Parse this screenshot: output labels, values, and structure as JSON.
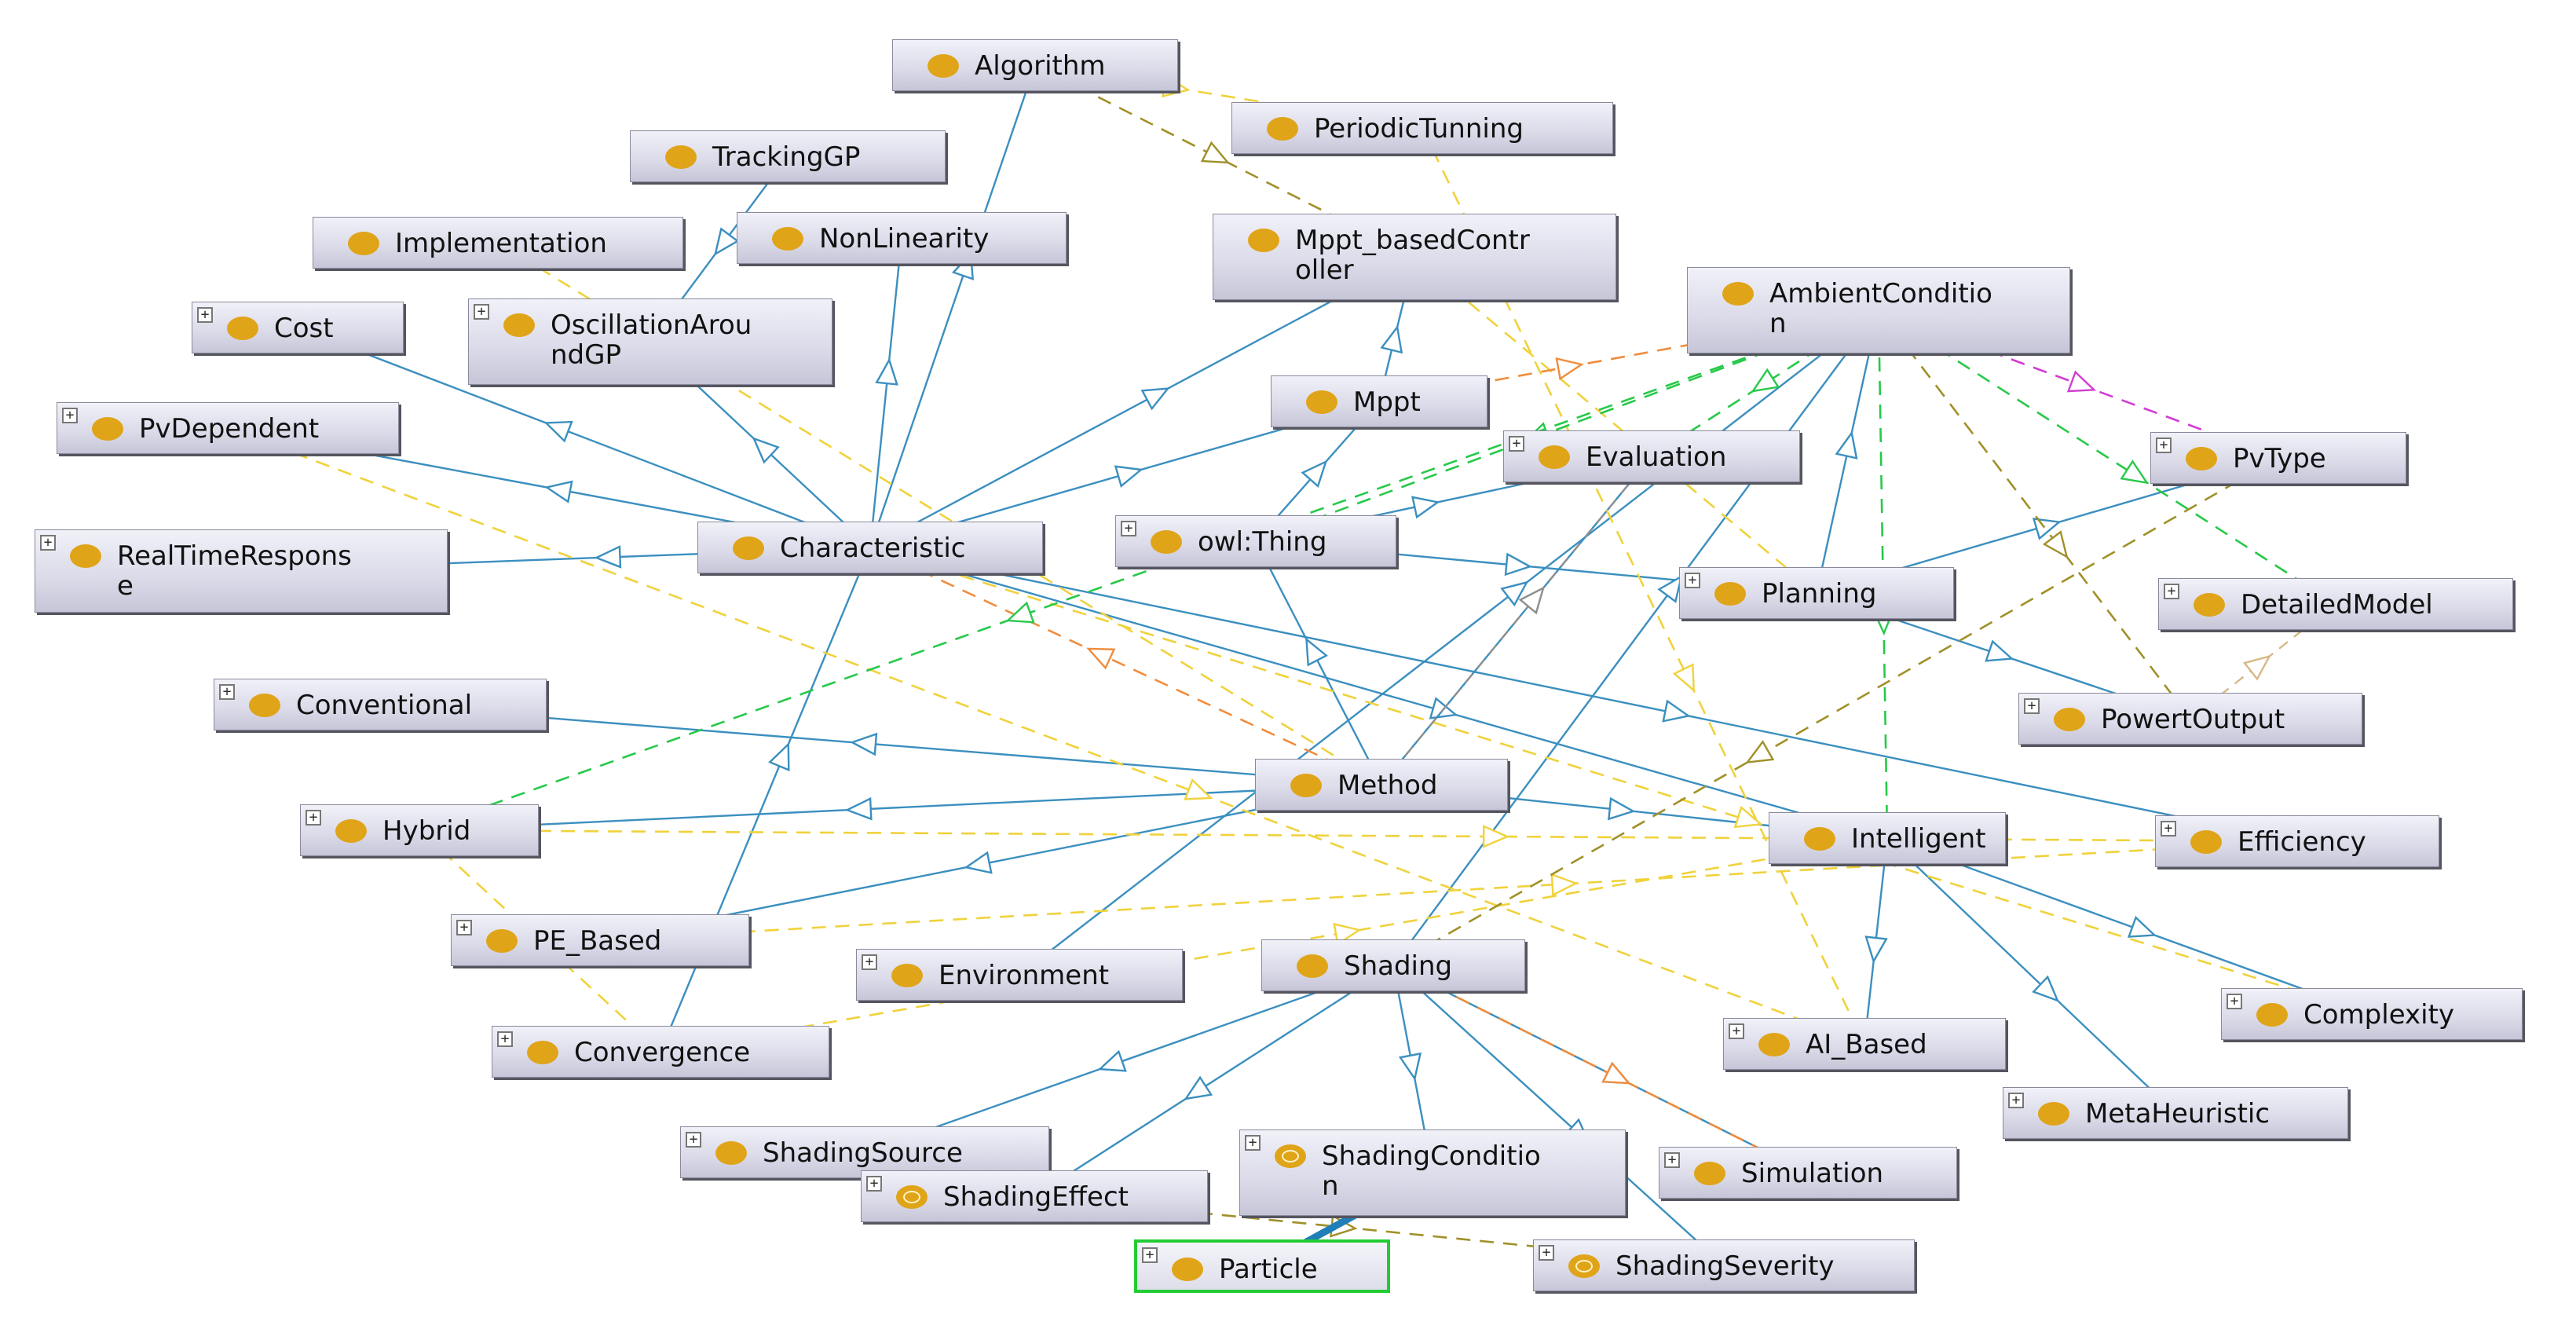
{
  "colors": {
    "subclass_edge": "#3b8fbf",
    "yellow_edge": "#f0d23c",
    "green_edge": "#27c94a",
    "olive_edge": "#a09028",
    "orange_edge": "#f08c3c",
    "magenta_edge": "#d23cd2",
    "gray_edge": "#909090",
    "tan_edge": "#d8b888",
    "node_dot": "#e0a419",
    "selected_border": "#22cc33"
  },
  "nodes": [
    {
      "id": "algorithm",
      "label": "Algorithm",
      "expandable": false,
      "icon": "class-dot-icon"
    },
    {
      "id": "periodic",
      "label": "PeriodicTunning",
      "expandable": false,
      "icon": "class-dot-icon"
    },
    {
      "id": "trackinggp",
      "label": "TrackingGP",
      "expandable": false,
      "icon": "class-dot-icon"
    },
    {
      "id": "implementation",
      "label": "Implementation",
      "expandable": false,
      "icon": "class-dot-icon"
    },
    {
      "id": "nonlinearity",
      "label": "NonLinearity",
      "expandable": false,
      "icon": "class-dot-icon"
    },
    {
      "id": "mpptcontroller",
      "label": "Mppt_basedContr\noller",
      "expandable": false,
      "icon": "class-dot-icon"
    },
    {
      "id": "cost",
      "label": "Cost",
      "expandable": true,
      "icon": "class-dot-icon"
    },
    {
      "id": "oscillation",
      "label": "OscillationArou\nndGP",
      "expandable": true,
      "icon": "class-dot-icon"
    },
    {
      "id": "ambient",
      "label": "AmbientConditio\nn",
      "expandable": false,
      "icon": "class-dot-icon"
    },
    {
      "id": "mppt",
      "label": "Mppt",
      "expandable": false,
      "icon": "class-dot-icon"
    },
    {
      "id": "pvdependent",
      "label": "PvDependent",
      "expandable": true,
      "icon": "class-dot-icon"
    },
    {
      "id": "evaluation",
      "label": "Evaluation",
      "expandable": true,
      "icon": "class-dot-icon"
    },
    {
      "id": "pvtype",
      "label": "PvType",
      "expandable": true,
      "icon": "class-dot-icon"
    },
    {
      "id": "realtime",
      "label": "RealTimeRespons\ne",
      "expandable": true,
      "icon": "class-dot-icon"
    },
    {
      "id": "characteristic",
      "label": "Characteristic",
      "expandable": false,
      "icon": "class-dot-icon"
    },
    {
      "id": "owlthing",
      "label": "owl:Thing",
      "expandable": true,
      "icon": "class-dot-icon"
    },
    {
      "id": "planning",
      "label": "Planning",
      "expandable": true,
      "icon": "class-dot-icon"
    },
    {
      "id": "detailed",
      "label": "DetailedModel",
      "expandable": true,
      "icon": "class-dot-icon"
    },
    {
      "id": "conventional",
      "label": "Conventional",
      "expandable": true,
      "icon": "class-dot-icon"
    },
    {
      "id": "powerout",
      "label": "PowertOutput",
      "expandable": true,
      "icon": "class-dot-icon"
    },
    {
      "id": "method",
      "label": "Method",
      "expandable": false,
      "icon": "class-dot-icon"
    },
    {
      "id": "hybrid",
      "label": "Hybrid",
      "expandable": true,
      "icon": "class-dot-icon"
    },
    {
      "id": "intelligent",
      "label": "Intelligent",
      "expandable": false,
      "icon": "class-dot-icon"
    },
    {
      "id": "efficiency",
      "label": "Efficiency",
      "expandable": true,
      "icon": "class-dot-icon"
    },
    {
      "id": "pebased",
      "label": "PE_Based",
      "expandable": true,
      "icon": "class-dot-icon"
    },
    {
      "id": "environment",
      "label": "Environment",
      "expandable": true,
      "icon": "class-dot-icon"
    },
    {
      "id": "shading",
      "label": "Shading",
      "expandable": false,
      "icon": "class-dot-icon"
    },
    {
      "id": "complexity",
      "label": "Complexity",
      "expandable": true,
      "icon": "class-dot-icon"
    },
    {
      "id": "convergence",
      "label": "Convergence",
      "expandable": true,
      "icon": "class-dot-icon"
    },
    {
      "id": "aibased",
      "label": "AI_Based",
      "expandable": true,
      "icon": "class-dot-icon"
    },
    {
      "id": "metaheuristic",
      "label": "MetaHeuristic",
      "expandable": true,
      "icon": "class-dot-icon"
    },
    {
      "id": "shadingsource",
      "label": "ShadingSource",
      "expandable": true,
      "icon": "class-dot-icon"
    },
    {
      "id": "shadingcondition",
      "label": "ShadingConditio\nn",
      "expandable": true,
      "icon": "defined-class-icon"
    },
    {
      "id": "simulation",
      "label": "Simulation",
      "expandable": true,
      "icon": "class-dot-icon"
    },
    {
      "id": "shadingeffect",
      "label": "ShadingEffect",
      "expandable": true,
      "icon": "defined-class-icon"
    },
    {
      "id": "particle",
      "label": "Particle",
      "expandable": true,
      "icon": "class-dot-icon",
      "selected": true
    },
    {
      "id": "shadingseverity",
      "label": "ShadingSeverity",
      "expandable": true,
      "icon": "defined-class-icon"
    }
  ],
  "edges": [
    {
      "from": "characteristic",
      "to": "algorithm",
      "kind": "subclass"
    },
    {
      "from": "characteristic",
      "to": "nonlinearity",
      "kind": "subclass"
    },
    {
      "from": "characteristic",
      "to": "mpptcontroller",
      "kind": "subclass"
    },
    {
      "from": "characteristic",
      "to": "cost",
      "kind": "subclass"
    },
    {
      "from": "characteristic",
      "to": "oscillation",
      "kind": "subclass"
    },
    {
      "from": "characteristic",
      "to": "pvdependent",
      "kind": "subclass"
    },
    {
      "from": "characteristic",
      "to": "realtime",
      "kind": "subclass"
    },
    {
      "from": "characteristic",
      "to": "mppt",
      "kind": "subclass"
    },
    {
      "from": "characteristic",
      "to": "efficiency",
      "kind": "subclass"
    },
    {
      "from": "characteristic",
      "to": "intelligent",
      "kind": "subclass"
    },
    {
      "from": "convergence",
      "to": "characteristic",
      "kind": "subclass"
    },
    {
      "from": "trackinggp",
      "to": "oscillation",
      "kind": "subclass"
    },
    {
      "from": "mppt",
      "to": "mpptcontroller",
      "kind": "subclass"
    },
    {
      "from": "owlthing",
      "to": "mppt",
      "kind": "subclass"
    },
    {
      "from": "owlthing",
      "to": "evaluation",
      "kind": "subclass"
    },
    {
      "from": "owlthing",
      "to": "planning",
      "kind": "subclass"
    },
    {
      "from": "method",
      "to": "owlthing",
      "kind": "subclass"
    },
    {
      "from": "method",
      "to": "conventional",
      "kind": "subclass"
    },
    {
      "from": "method",
      "to": "hybrid",
      "kind": "subclass"
    },
    {
      "from": "method",
      "to": "pebased",
      "kind": "subclass"
    },
    {
      "from": "method",
      "to": "intelligent",
      "kind": "subclass"
    },
    {
      "from": "method",
      "to": "evaluation",
      "kind": "subclass"
    },
    {
      "from": "environment",
      "to": "ambient",
      "kind": "subclass"
    },
    {
      "from": "shading",
      "to": "ambient",
      "kind": "subclass"
    },
    {
      "from": "shading",
      "to": "shadingsource",
      "kind": "subclass"
    },
    {
      "from": "shading",
      "to": "shadingeffect",
      "kind": "subclass"
    },
    {
      "from": "shading",
      "to": "shadingcondition",
      "kind": "subclass"
    },
    {
      "from": "shading",
      "to": "simulation",
      "kind": "subclass"
    },
    {
      "from": "shading",
      "to": "shadingseverity",
      "kind": "subclass"
    },
    {
      "from": "planning",
      "to": "ambient",
      "kind": "subclass"
    },
    {
      "from": "planning",
      "to": "pvtype",
      "kind": "subclass"
    },
    {
      "from": "planning",
      "to": "powerout",
      "kind": "subclass"
    },
    {
      "from": "intelligent",
      "to": "aibased",
      "kind": "subclass"
    },
    {
      "from": "intelligent",
      "to": "metaheuristic",
      "kind": "subclass"
    },
    {
      "from": "intelligent",
      "to": "complexity",
      "kind": "subclass"
    },
    {
      "from": "algorithm",
      "to": "mpptcontroller",
      "kind": "olive"
    },
    {
      "from": "algorithm",
      "to": "periodic",
      "kind": "yellow"
    },
    {
      "from": "periodic",
      "to": "aibased",
      "kind": "yellow"
    },
    {
      "from": "mpptcontroller",
      "to": "planning",
      "kind": "yellow"
    },
    {
      "from": "implementation",
      "to": "method",
      "kind": "yellow"
    },
    {
      "from": "pvdependent",
      "to": "aibased",
      "kind": "yellow"
    },
    {
      "from": "characteristic",
      "to": "complexity",
      "kind": "yellow"
    },
    {
      "from": "hybrid",
      "to": "efficiency",
      "kind": "yellow"
    },
    {
      "from": "pebased",
      "to": "efficiency",
      "kind": "yellow"
    },
    {
      "from": "convergence",
      "to": "hybrid",
      "kind": "yellow"
    },
    {
      "from": "convergence",
      "to": "intelligent",
      "kind": "yellow"
    },
    {
      "from": "mppt",
      "to": "ambient",
      "kind": "orange"
    },
    {
      "from": "method",
      "to": "characteristic",
      "kind": "orange"
    },
    {
      "from": "shading",
      "to": "simulation",
      "kind": "orange"
    },
    {
      "from": "ambient",
      "to": "owlthing",
      "kind": "green"
    },
    {
      "from": "ambient",
      "to": "hybrid",
      "kind": "green"
    },
    {
      "from": "ambient",
      "to": "evaluation",
      "kind": "green"
    },
    {
      "from": "ambient",
      "to": "intelligent",
      "kind": "green"
    },
    {
      "from": "ambient",
      "to": "detailed",
      "kind": "green"
    },
    {
      "from": "ambient",
      "to": "pvtype",
      "kind": "magenta"
    },
    {
      "from": "ambient",
      "to": "powerout",
      "kind": "olive"
    },
    {
      "from": "pvtype",
      "to": "shading",
      "kind": "olive"
    },
    {
      "from": "shadingeffect",
      "to": "shadingseverity",
      "kind": "olive"
    },
    {
      "from": "method",
      "to": "evaluation",
      "kind": "gray"
    },
    {
      "from": "powerout",
      "to": "detailed",
      "kind": "tan"
    },
    {
      "from": "shadingcondition",
      "to": "particle",
      "kind": "thick"
    }
  ]
}
